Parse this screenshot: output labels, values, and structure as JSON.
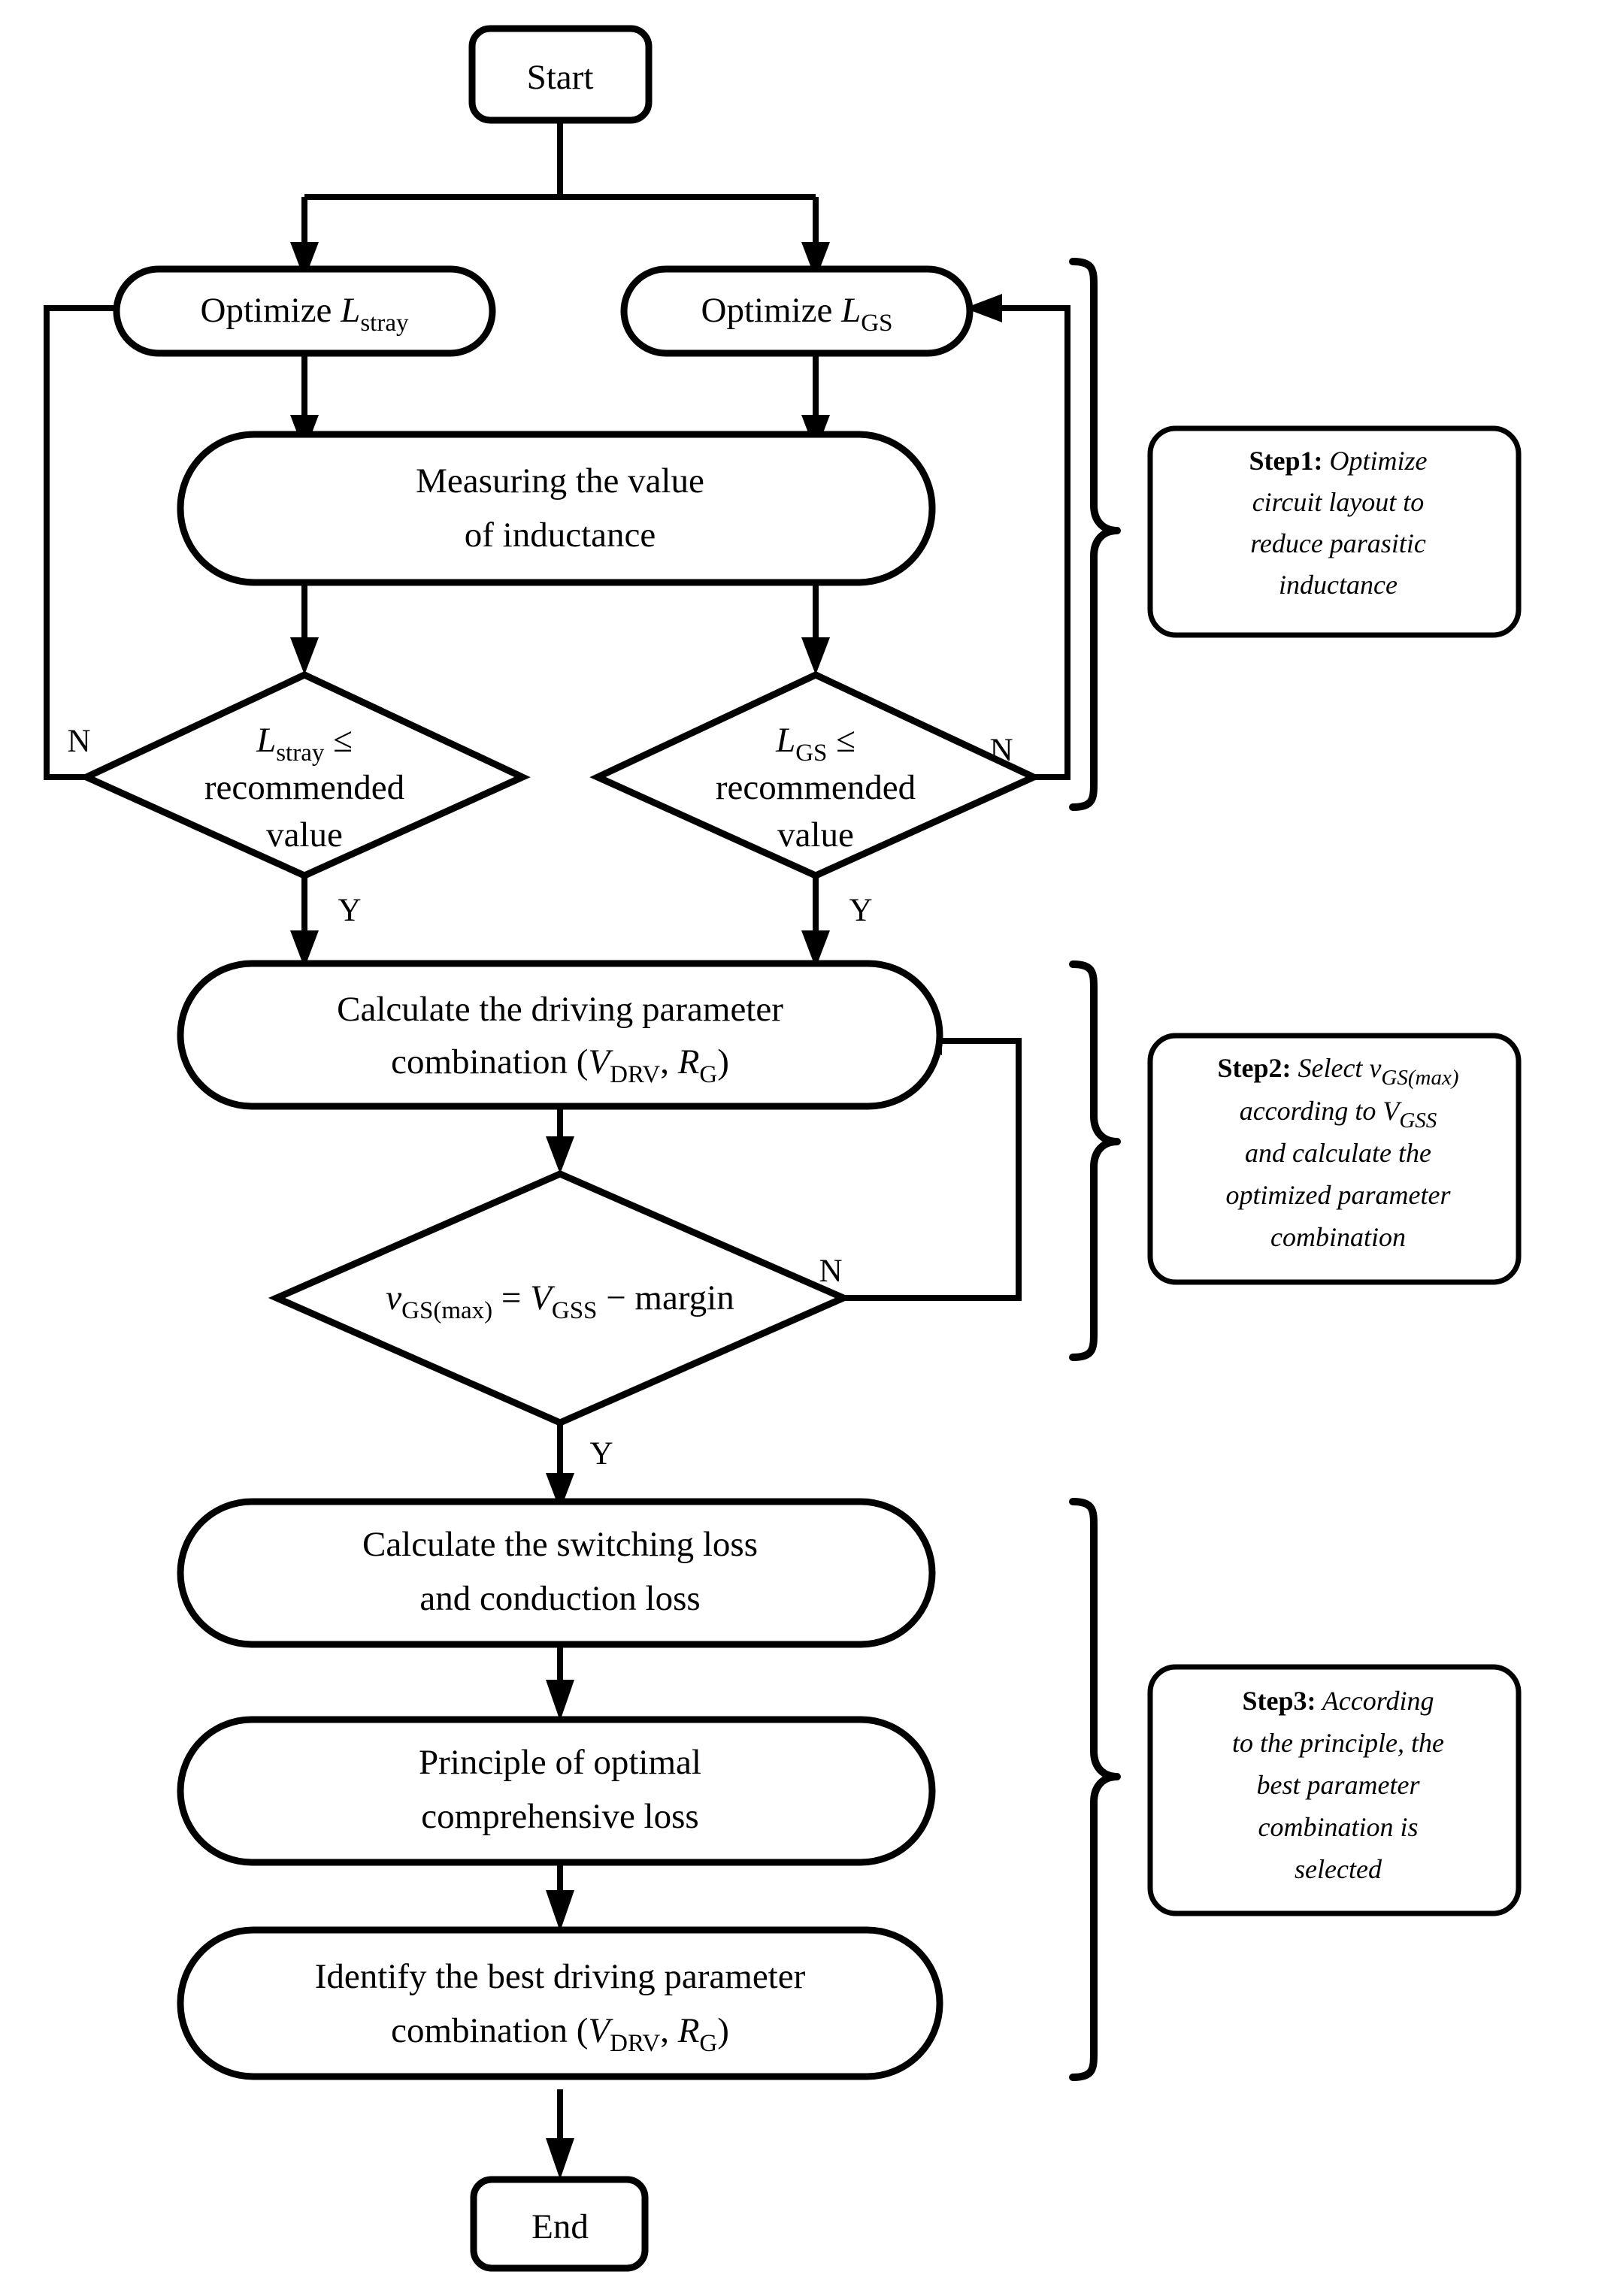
{
  "diagram": {
    "title": "Driving parameter optimization flowchart",
    "type": "flowchart",
    "background": "#ffffff",
    "line_color": "#000000"
  },
  "nodes": {
    "start": {
      "label": "Start",
      "shape": "terminator"
    },
    "end": {
      "label": "End",
      "shape": "terminator"
    },
    "optimize_lstray": {
      "prefix": "Optimize ",
      "var": "L",
      "sub": "stray",
      "shape": "rounded"
    },
    "optimize_lgs": {
      "prefix": "Optimize ",
      "var": "L",
      "sub": "GS",
      "shape": "rounded"
    },
    "measure": {
      "line1": "Measuring the value",
      "line2": "of inductance",
      "shape": "rounded"
    },
    "dec_lstray": {
      "var": "L",
      "sub": "stray",
      "op": "≤",
      "line2": "recommended",
      "line3": "value",
      "shape": "diamond"
    },
    "dec_lgs": {
      "var": "L",
      "sub": "GS",
      "op": "≤",
      "line2": "recommended",
      "line3": "value",
      "shape": "diamond"
    },
    "calc_param": {
      "line1": "Calculate the driving parameter",
      "line2_a": "combination (",
      "line2_v": "V",
      "line2_vsub": "DRV",
      "line2_comma": ", ",
      "line2_r": "R",
      "line2_rsub": "G",
      "line2_close": ")",
      "shape": "rounded"
    },
    "dec_vgs": {
      "v": "v",
      "vsub": "GS(max)",
      "eq": " = ",
      "V": "V",
      "Vsub": "GSS",
      "tail": " − margin",
      "shape": "diamond"
    },
    "calc_loss": {
      "line1": "Calculate the switching loss",
      "line2": "and conduction loss",
      "shape": "rounded"
    },
    "principle": {
      "line1": "Principle of optimal",
      "line2": "comprehensive loss",
      "shape": "rounded"
    },
    "identify": {
      "line1": "Identify the best driving parameter",
      "line2_a": "combination (",
      "line2_v": "V",
      "line2_vsub": "DRV",
      "line2_comma": ", ",
      "line2_r": "R",
      "line2_rsub": "G",
      "line2_close": ")",
      "shape": "rounded"
    }
  },
  "edge_labels": {
    "n_left_top": "N",
    "n_right_top": "N",
    "y_left": "Y",
    "y_right": "Y",
    "n_mid": "N",
    "y_mid": "Y"
  },
  "steps": {
    "step1": {
      "label": "Step1:",
      "lines": [
        "Optimize",
        "circuit layout to",
        "reduce parasitic",
        "inductance"
      ],
      "first_line_text": " Optimize"
    },
    "step2": {
      "label": "Step2:",
      "line1_a": " Select ",
      "line1_v": "v",
      "line1_vsub": "GS(max)",
      "line2_a": "according to ",
      "line2_v": "V",
      "line2_vsub": "GSS",
      "lines_rest": [
        "and calculate the",
        "optimized parameter",
        "combination"
      ]
    },
    "step3": {
      "label": "Step3:",
      "first_line_text": " According",
      "lines": [
        "to the principle, the",
        "best parameter",
        "combination is",
        "selected"
      ]
    }
  }
}
